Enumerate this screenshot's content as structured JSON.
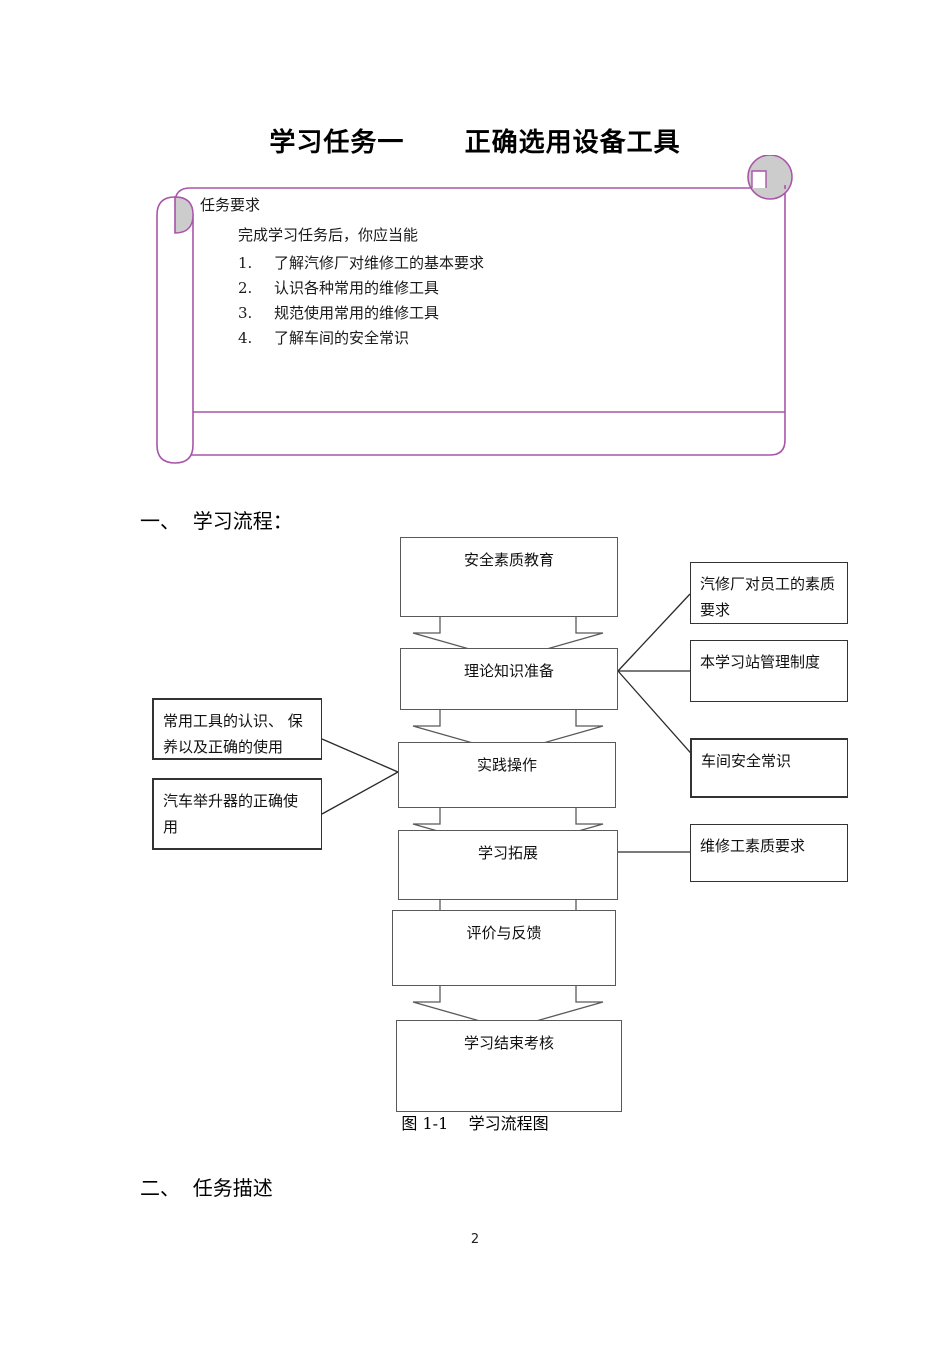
{
  "document": {
    "title": "学习任务一      正确选用设备工具",
    "page_number": "2"
  },
  "scroll_banner": {
    "heading": "任务要求",
    "subheading": "完成学习任务后，你应当能",
    "items": [
      {
        "num": "1.",
        "text": "了解汽修厂对维修工的基本要求"
      },
      {
        "num": "2.",
        "text": "认识各种常用的维修工具"
      },
      {
        "num": "3.",
        "text": "规范使用常用的维修工具"
      },
      {
        "num": "4.",
        "text": "了解车间的安全常识"
      }
    ],
    "border_color": "#A855A8",
    "curl_fill": "#CCCCCC"
  },
  "sections": [
    {
      "id": "sec-1",
      "label": "一、  学习流程："
    },
    {
      "id": "sec-2",
      "label": "二、  任务描述"
    }
  ],
  "flowchart": {
    "caption": "图 1-1    学习流程图",
    "main_nodes": [
      {
        "label": "安全素质教育"
      },
      {
        "label": "理论知识准备"
      },
      {
        "label": "实践操作"
      },
      {
        "label": "学习拓展"
      },
      {
        "label": "评价与反馈"
      },
      {
        "label": "学习结束考核"
      }
    ],
    "right_nodes": [
      {
        "label": "汽修厂对员工的素质要求"
      },
      {
        "label": "本学习站管理制度"
      },
      {
        "label": "车间安全常识"
      },
      {
        "label": "维修工素质要求"
      }
    ],
    "left_nodes": [
      {
        "label": "常用工具的认识、 保养以及正确的使用"
      },
      {
        "label": "汽车举升器的正确使用"
      }
    ]
  },
  "chart_data": {
    "type": "diagram",
    "title": "学习流程图",
    "nodes": [
      {
        "id": "n1",
        "label": "安全素质教育",
        "column": "center"
      },
      {
        "id": "n2",
        "label": "理论知识准备",
        "column": "center"
      },
      {
        "id": "n3",
        "label": "实践操作",
        "column": "center"
      },
      {
        "id": "n4",
        "label": "学习拓展",
        "column": "center"
      },
      {
        "id": "n5",
        "label": "评价与反馈",
        "column": "center"
      },
      {
        "id": "n6",
        "label": "学习结束考核",
        "column": "center"
      },
      {
        "id": "r1",
        "label": "汽修厂对员工的素质要求",
        "column": "right"
      },
      {
        "id": "r2",
        "label": "本学习站管理制度",
        "column": "right"
      },
      {
        "id": "r3",
        "label": "车间安全常识",
        "column": "right"
      },
      {
        "id": "r4",
        "label": "维修工素质要求",
        "column": "right"
      },
      {
        "id": "l1",
        "label": "常用工具的认识、 保养以及正确的使用",
        "column": "left"
      },
      {
        "id": "l2",
        "label": "汽车举升器的正确使用",
        "column": "left"
      }
    ],
    "edges": [
      {
        "from": "n1",
        "to": "n2",
        "style": "block-arrow-down"
      },
      {
        "from": "n2",
        "to": "n3",
        "style": "block-arrow-down"
      },
      {
        "from": "n3",
        "to": "n4",
        "style": "block-arrow-down"
      },
      {
        "from": "n4",
        "to": "n5",
        "style": "block-arrow-down"
      },
      {
        "from": "n5",
        "to": "n6",
        "style": "block-arrow-down"
      },
      {
        "from": "n2",
        "to": "r1",
        "style": "line"
      },
      {
        "from": "n2",
        "to": "r2",
        "style": "line"
      },
      {
        "from": "n2",
        "to": "r3",
        "style": "line"
      },
      {
        "from": "n4",
        "to": "r4",
        "style": "line"
      },
      {
        "from": "l1",
        "to": "n3",
        "style": "line"
      },
      {
        "from": "l2",
        "to": "n3",
        "style": "line"
      }
    ]
  }
}
